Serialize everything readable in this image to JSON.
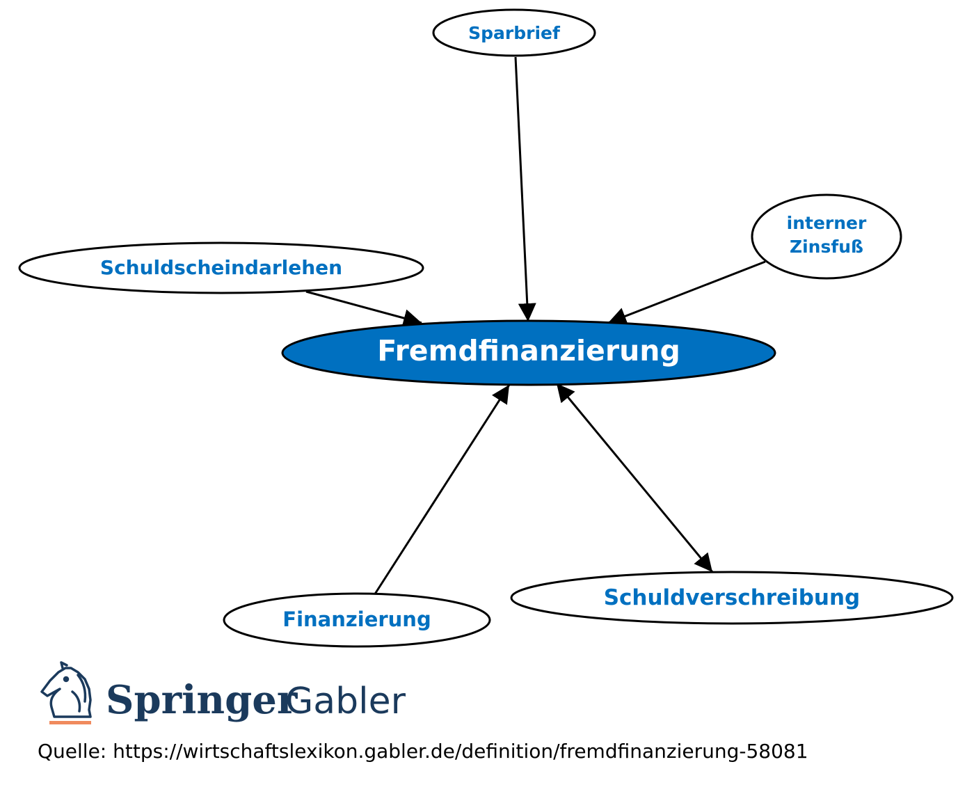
{
  "diagram": {
    "center": {
      "id": "center",
      "label": "Fremdfinanzierung"
    },
    "nodes": [
      {
        "id": "sparbrief",
        "label": "Sparbrief"
      },
      {
        "id": "zinsfuss",
        "label_lines": [
          "interner",
          "Zinsfuß"
        ]
      },
      {
        "id": "schuldschein",
        "label": "Schuldscheindarlehen"
      },
      {
        "id": "finanzierung",
        "label": "Finanzierung"
      },
      {
        "id": "schuldverschreibung",
        "label": "Schuldverschreibung"
      }
    ],
    "edges": [
      {
        "from": "sparbrief",
        "to": "center",
        "direction": "forward"
      },
      {
        "from": "zinsfuss",
        "to": "center",
        "direction": "forward"
      },
      {
        "from": "schuldschein",
        "to": "center",
        "direction": "forward"
      },
      {
        "from": "finanzierung",
        "to": "center",
        "direction": "forward"
      },
      {
        "from": "schuldverschreibung",
        "to": "center",
        "direction": "both"
      }
    ]
  },
  "colors": {
    "accent": "#0070C0",
    "center_text": "#ffffff",
    "node_fill": "#ffffff",
    "stroke": "#000000",
    "brand": "#1b3a5c",
    "brand_underline": "#f08a5d"
  },
  "brand": {
    "name_main": "Springer",
    "name_sub": "Gabler",
    "logo_icon": "chess-knight-icon"
  },
  "footer": {
    "source": "Quelle: https://wirtschaftslexikon.gabler.de/definition/fremdfinanzierung-58081"
  }
}
